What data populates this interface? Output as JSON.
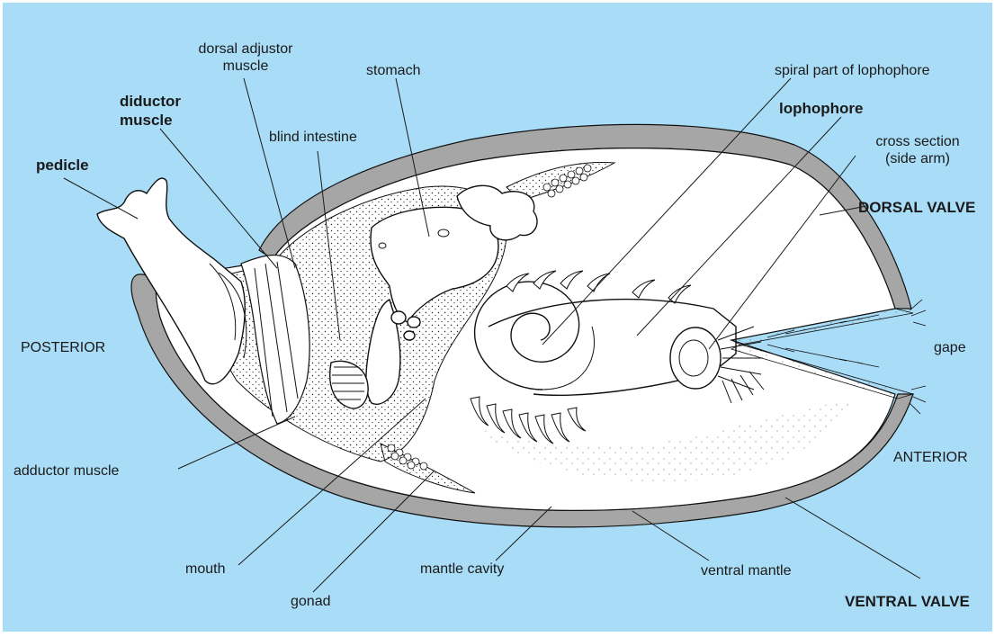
{
  "labels": {
    "dorsal_adjustor_muscle": "dorsal adjustor\nmuscle",
    "stomach": "stomach",
    "spiral_part_of_lophophore": "spiral part of lophophore",
    "diductor_muscle": "diductor\nmuscle",
    "blind_intestine": "blind intestine",
    "lophophore": "lophophore",
    "pedicle": "pedicle",
    "cross_section": "cross section\n(side arm)",
    "dorsal_valve": "DORSAL VALVE",
    "posterior": "POSTERIOR",
    "gape": "gape",
    "anterior": "ANTERIOR",
    "adductor_muscle": "adductor muscle",
    "mouth": "mouth",
    "mantle_cavity": "mantle cavity",
    "ventral_mantle": "ventral mantle",
    "gonad": "gonad",
    "ventral_valve": "VENTRAL VALVE"
  },
  "colors": {
    "background": "#a9dcf6",
    "shell": "#a6a6a6",
    "tissue": "#ffffff",
    "ink": "#111111"
  }
}
